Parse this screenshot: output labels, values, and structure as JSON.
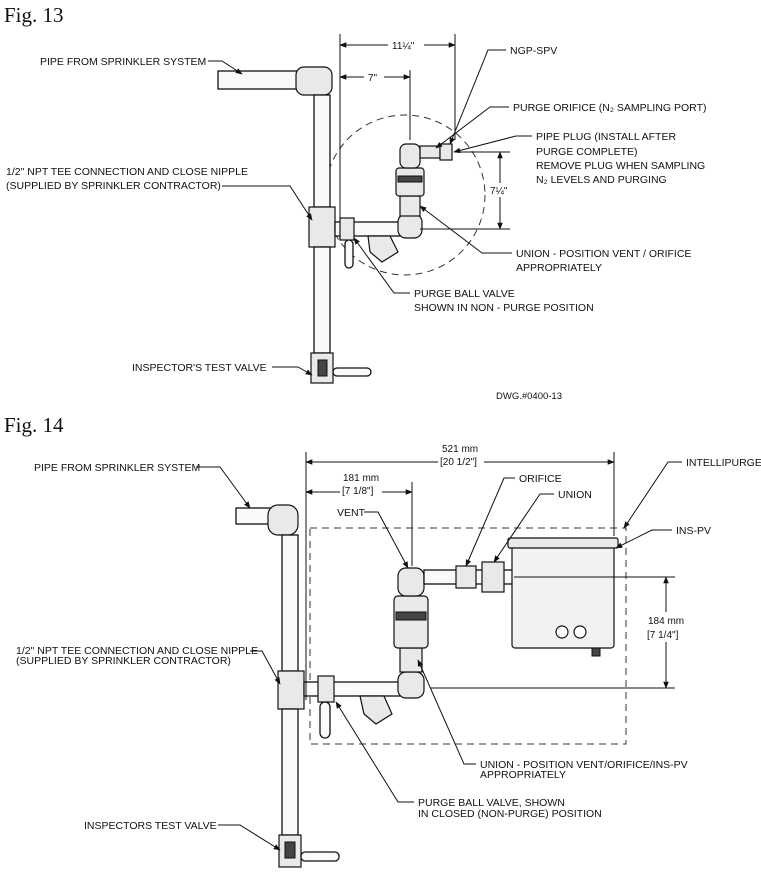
{
  "fig13": {
    "title": "Fig. 13",
    "labels": {
      "pipe_from_sprinkler": "PIPE FROM SPRINKLER SYSTEM",
      "tee_line1": "1/2\" NPT TEE CONNECTION AND CLOSE NIPPLE",
      "tee_line2": "(SUPPLIED BY SPRINKLER CONTRACTOR)",
      "inspector_valve": "INSPECTOR'S TEST VALVE",
      "ngp_spv": "NGP-SPV",
      "purge_orifice": "PURGE ORIFICE (N₂ SAMPLING PORT)",
      "pipe_plug_1": "PIPE PLUG (INSTALL AFTER",
      "pipe_plug_2": "PURGE COMPLETE)",
      "pipe_plug_3": "REMOVE PLUG WHEN SAMPLING",
      "pipe_plug_4": "N₂ LEVELS AND PURGING",
      "union_1": "UNION - POSITION VENT / ORIFICE",
      "union_2": "APPROPRIATELY",
      "ball_valve_1": "PURGE BALL VALVE",
      "ball_valve_2": "SHOWN IN NON - PURGE POSITION",
      "dwg": "DWG.#0400-13"
    },
    "dimensions": {
      "overall_width": "11¼\"",
      "offset": "7\"",
      "height": "7¼\""
    }
  },
  "fig14": {
    "title": "Fig. 14",
    "labels": {
      "pipe_from_sprinkler": "PIPE FROM SPRINKLER SYSTEM",
      "tee_line1": "1/2\" NPT TEE CONNECTION AND CLOSE NIPPLE",
      "tee_line2": "(SUPPLIED BY SPRINKLER CONTRACTOR)",
      "inspector_valve": "INSPECTORS TEST VALVE",
      "vent": "VENT",
      "orifice": "ORIFICE",
      "union": "UNION",
      "intellipurge": "INTELLIPURGE",
      "ins_pv": "INS-PV",
      "union_pos_1": "UNION - POSITION VENT/ORIFICE/INS-PV",
      "union_pos_2": "APPROPRIATELY",
      "ball_valve_1": "PURGE BALL VALVE, SHOWN",
      "ball_valve_2": "IN CLOSED (NON-PURGE) POSITION"
    },
    "dimensions": {
      "overall_mm": "521 mm",
      "overall_in": "[20 1/2\"]",
      "offset_mm": "181 mm",
      "offset_in": "[7 1/8\"]",
      "height_mm": "184 mm",
      "height_in": "[7 1/4\"]"
    }
  }
}
